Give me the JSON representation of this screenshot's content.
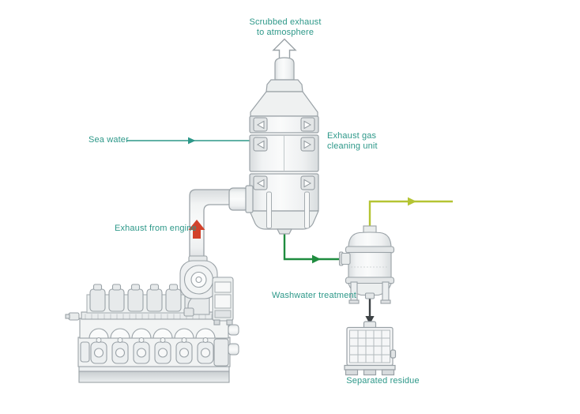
{
  "colors": {
    "teal": "#2D9889",
    "flow-green": "#1F8C3F",
    "flow-yellow": "#B4C433",
    "arrow-red": "#D2422B",
    "arrow-dark": "#3D4245",
    "line-gray": "#9AA2A7"
  },
  "labels": {
    "scrubbed_exhaust_line1": "Scrubbed exhaust",
    "scrubbed_exhaust_line2": "to atmosphere",
    "sea_water": "Sea water",
    "cleaning_unit_line1": "Exhaust gas",
    "cleaning_unit_line2": "cleaning unit",
    "exhaust_from_engine": "Exhaust from engine",
    "washwater_treatment": "Washwater treatment",
    "separated_residue": "Separated residue"
  }
}
